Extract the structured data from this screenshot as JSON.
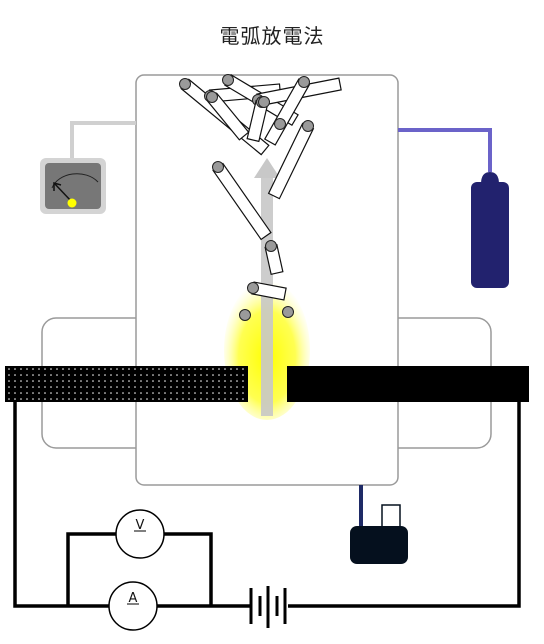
{
  "title": "電弧放電法",
  "meters": {
    "voltmeter_symbol": "V",
    "ammeter_symbol": "A"
  },
  "colors": {
    "chamber_outline": "#9a9a9a",
    "gauge_pipe": "#d0d0d0",
    "gauge_body": "#777777",
    "gauge_needle_tip": "#ffff00",
    "gas_line": "#6b63c9",
    "gas_cylinder": "#22226e",
    "pump_line": "#1e2a66",
    "pump_body": "#05101e",
    "arc_glow": "#ffff00",
    "electrode": "#000000",
    "particle": "#9a9a9a",
    "flow_arrow": "#c8c8c8",
    "wire": "#000000"
  },
  "icons": {
    "pressure_gauge": "pressure-gauge-icon",
    "gas_cylinder": "gas-cylinder-icon",
    "vacuum_pump": "vacuum-pump-icon",
    "battery": "battery-icon",
    "voltmeter": "voltmeter-icon",
    "ammeter": "ammeter-icon"
  }
}
